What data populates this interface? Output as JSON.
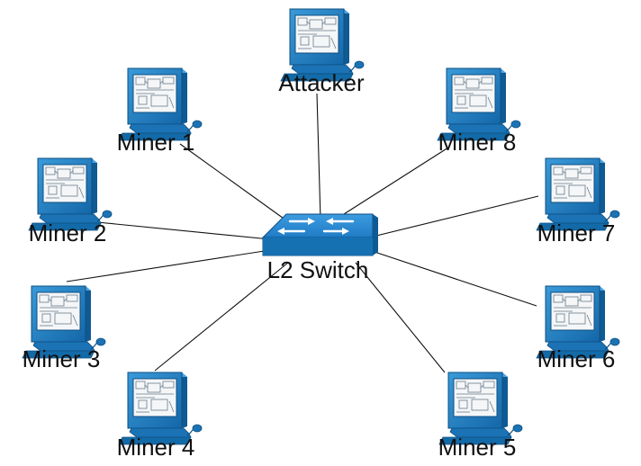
{
  "diagram": {
    "switch": {
      "label": "L2 Switch",
      "icon": "l2-switch-icon",
      "color": "#1a7cc4"
    },
    "computer_icon": "computer-icon",
    "computer_color": "#1a7cc4",
    "nodes": [
      {
        "id": "attacker",
        "label": "Attacker"
      },
      {
        "id": "miner-1",
        "label": "Miner 1"
      },
      {
        "id": "miner-2",
        "label": "Miner 2"
      },
      {
        "id": "miner-3",
        "label": "Miner 3"
      },
      {
        "id": "miner-4",
        "label": "Miner 4"
      },
      {
        "id": "miner-5",
        "label": "Miner 5"
      },
      {
        "id": "miner-6",
        "label": "Miner 6"
      },
      {
        "id": "miner-7",
        "label": "Miner 7"
      },
      {
        "id": "miner-8",
        "label": "Miner 8"
      }
    ],
    "links": [
      "attacker",
      "miner-1",
      "miner-2",
      "miner-3",
      "miner-4",
      "miner-5",
      "miner-6",
      "miner-7",
      "miner-8"
    ]
  }
}
